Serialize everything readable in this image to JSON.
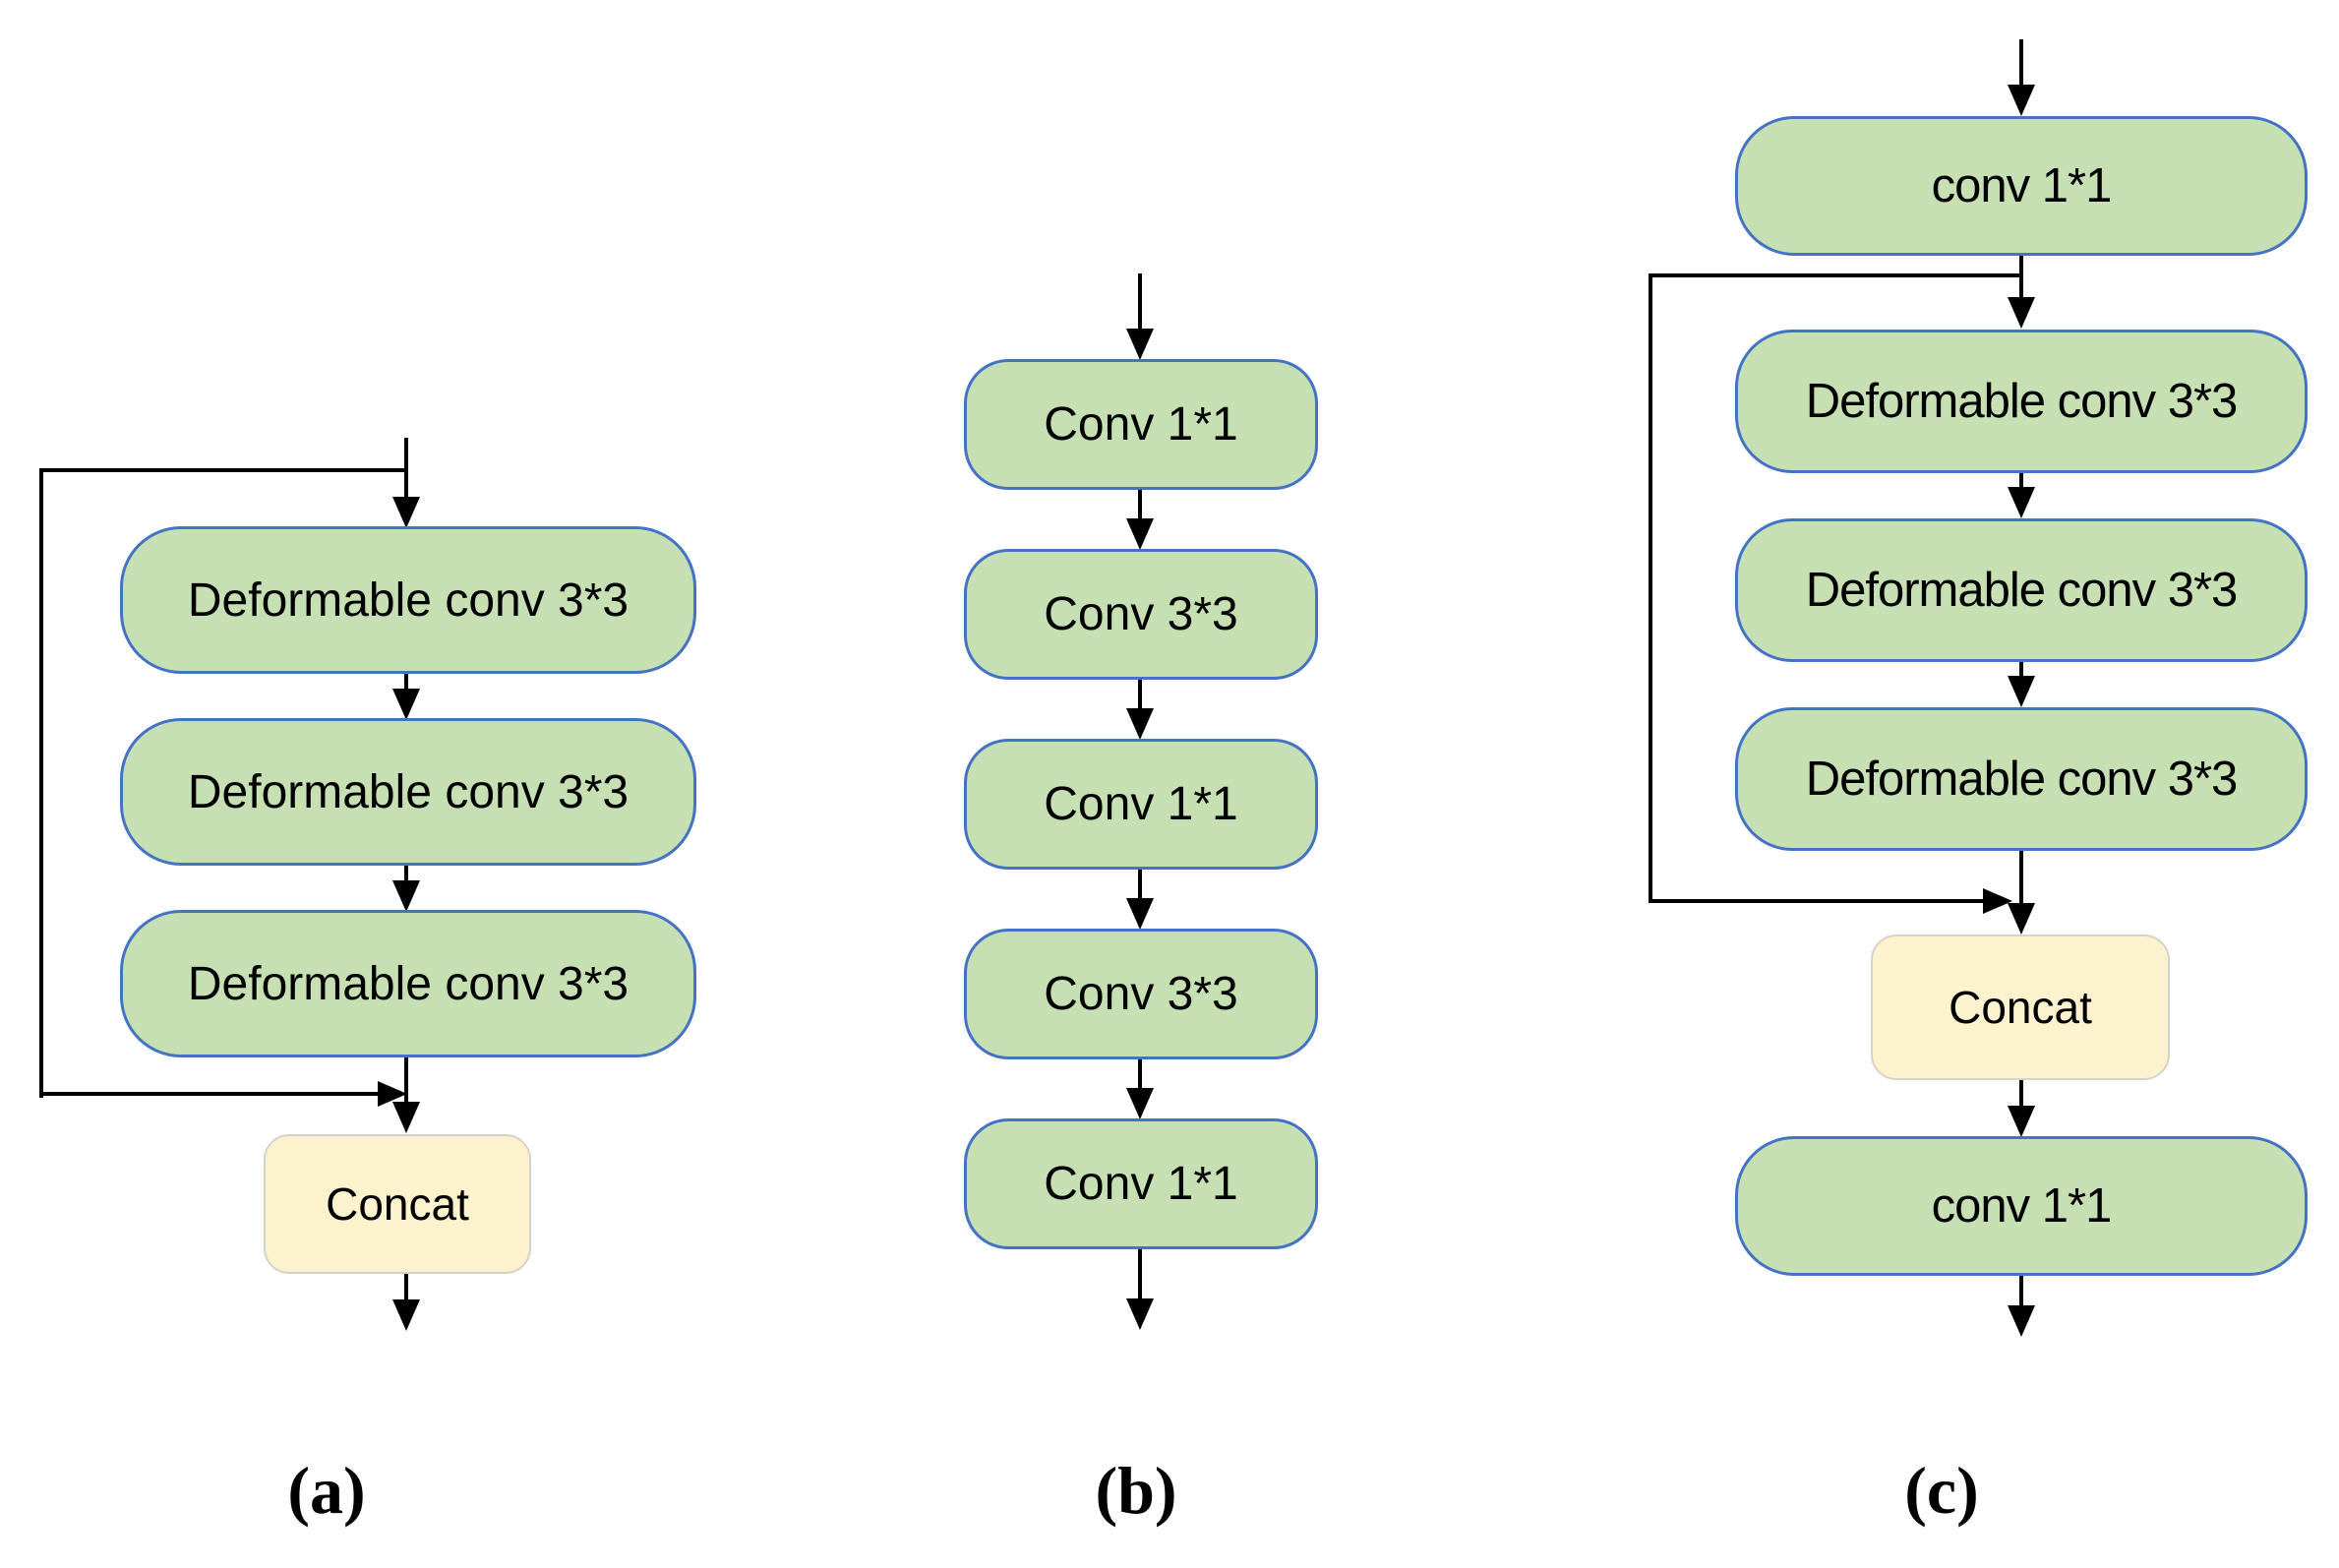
{
  "figure": {
    "type": "flowchart",
    "colors": {
      "background": "#FFFFFF",
      "node_fill": "#C6E0B4",
      "node_border": "#4472C4",
      "merge_fill": "#FDF2CE",
      "merge_border": "#D5D3C8",
      "line": "#000000",
      "text": "#000000"
    },
    "panels": [
      {
        "caption": "(a)",
        "nodes": [
          "Deformable conv 3*3",
          "Deformable conv 3*3",
          "Deformable conv 3*3"
        ],
        "merge_label": "Concat",
        "structure": "input splits into skip connection around three stacked deformable conv blocks, rejoined at Concat, then output"
      },
      {
        "caption": "(b)",
        "nodes": [
          "Conv 1*1",
          "Conv 3*3",
          "Conv 1*1",
          "Conv 3*3",
          "Conv 1*1"
        ],
        "structure": "five conv blocks in sequence, input arrow at top, output arrow at bottom"
      },
      {
        "caption": "(c)",
        "nodes": [
          "conv 1*1",
          "Deformable conv 3*3",
          "Deformable conv 3*3",
          "Deformable conv 3*3"
        ],
        "merge_label": "Concat",
        "output_node": "conv 1*1",
        "structure": "conv 1*1 output splits into skip connection around three deformable conv blocks, rejoined at Concat, then conv 1*1, then output"
      }
    ]
  }
}
